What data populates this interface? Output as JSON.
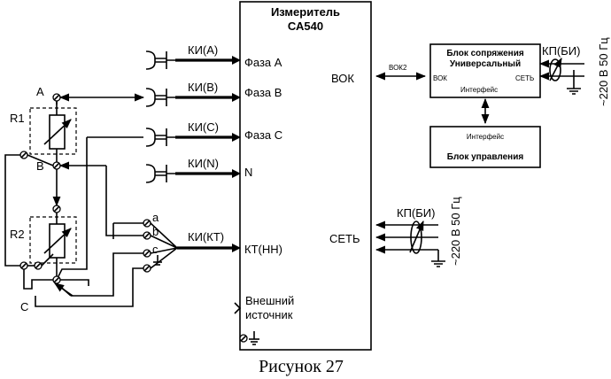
{
  "meter": {
    "title_line1": "Измеритель",
    "title_line2": "СА540"
  },
  "ports": {
    "phase_a": "Фаза А",
    "phase_b": "Фаза В",
    "phase_c": "Фаза С",
    "neutral": "N",
    "kt": "КТ(НН)",
    "ext_line1": "Внешний",
    "ext_line2": "источник",
    "vok": "ВОК",
    "set": "СЕТЬ"
  },
  "cables": {
    "ki_a": "КИ(А)",
    "ki_b": "КИ(В)",
    "ki_c": "КИ(С)",
    "ki_n": "КИ(N)",
    "ki_kt": "КИ(КТ)",
    "kp_bi": "КП(БИ)",
    "vok2": "ВОК2"
  },
  "interface_unit": {
    "title_line1": "Блок сопряжения",
    "title_line2": "Универсальный",
    "vok": "ВОК",
    "set": "СЕТЬ",
    "interface": "Интерфейс"
  },
  "control_unit": {
    "interface": "Интерфейс",
    "title": "Блок управления"
  },
  "power": {
    "label": "~220 В 50 Гц"
  },
  "bridge": {
    "r1": "R1",
    "r2": "R2",
    "node_a": "A",
    "node_b": "B",
    "node_c": "C",
    "kt_a": "a",
    "kt_b": "b",
    "kt_c": "c"
  },
  "caption": "Рисунок 27"
}
